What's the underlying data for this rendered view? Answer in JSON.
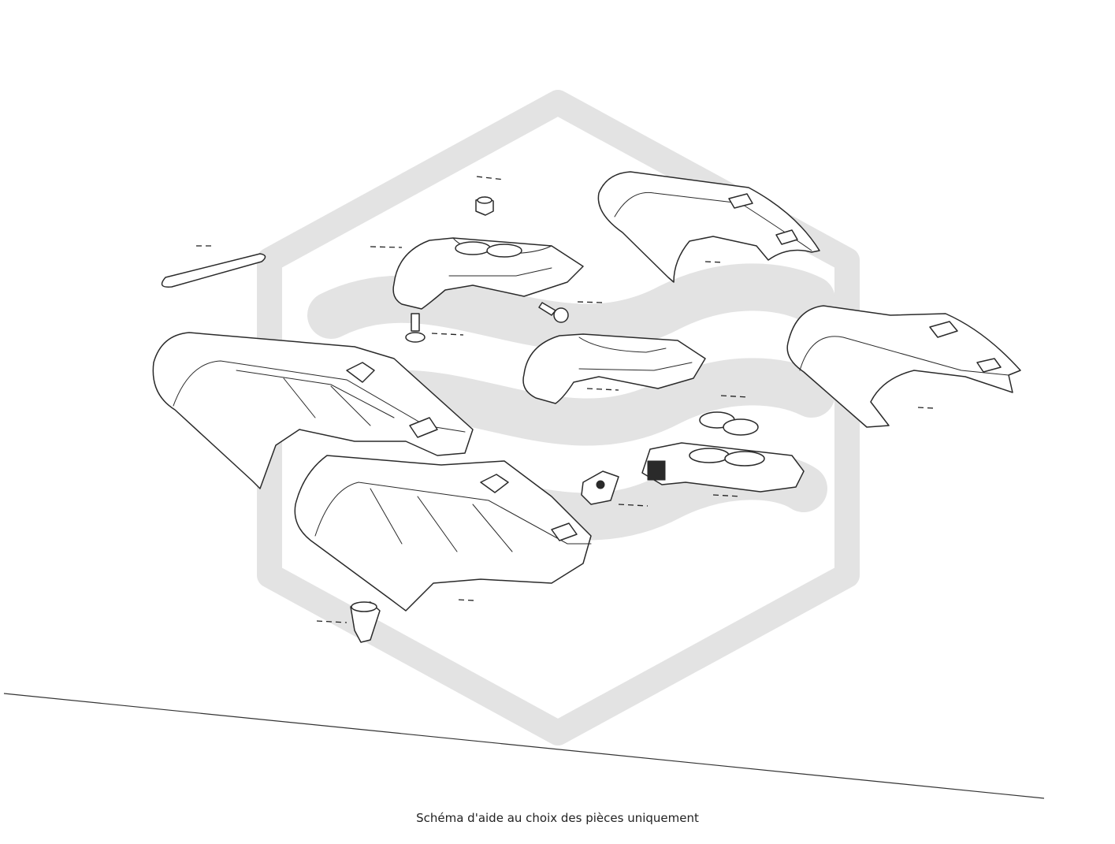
{
  "caption": "Schéma d'aide au choix des pièces uniquement",
  "watermark": {
    "icon": "hexagon-waves-logo-icon",
    "color": "#e3e3e3"
  },
  "diagram": {
    "type": "exploded-parts-view",
    "line_color": "#2a2a2a",
    "parts": [
      {
        "id": "wire-hook"
      },
      {
        "id": "cap-nut"
      },
      {
        "id": "front-armrest-lid"
      },
      {
        "id": "screw-a"
      },
      {
        "id": "screw-b"
      },
      {
        "id": "rear-cover-upper"
      },
      {
        "id": "rear-cover-lower"
      },
      {
        "id": "middle-armrest-lid"
      },
      {
        "id": "cupholder-ring"
      },
      {
        "id": "cupholder-insert"
      },
      {
        "id": "switch-module"
      },
      {
        "id": "console-panel-upper"
      },
      {
        "id": "console-panel-lower"
      },
      {
        "id": "clip"
      }
    ]
  }
}
